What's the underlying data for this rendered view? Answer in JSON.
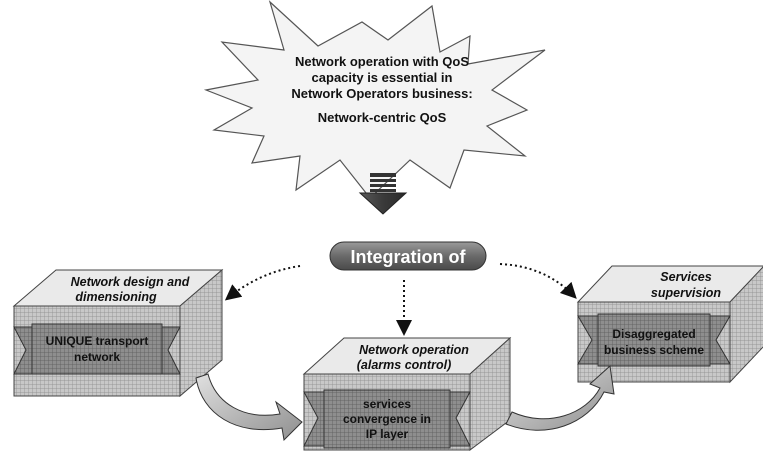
{
  "headline": {
    "line1": "Network operation with QoS",
    "line2": "capacity is essential in",
    "line3": "Network Operators business:",
    "line4": "Network-centric QoS"
  },
  "integration_label": "Integration of",
  "boxes": {
    "left": {
      "title1": "Network design and",
      "title2": "dimensioning",
      "banner1": "UNIQUE transport",
      "banner2": "network"
    },
    "center": {
      "title1": "Network operation",
      "title2": "(alarms control)",
      "banner1": "services",
      "banner2": "convergence in",
      "banner3": "IP layer"
    },
    "right": {
      "title1": "Services",
      "title2": "supervision",
      "banner1": "Disaggregated",
      "banner2": "business scheme"
    }
  }
}
